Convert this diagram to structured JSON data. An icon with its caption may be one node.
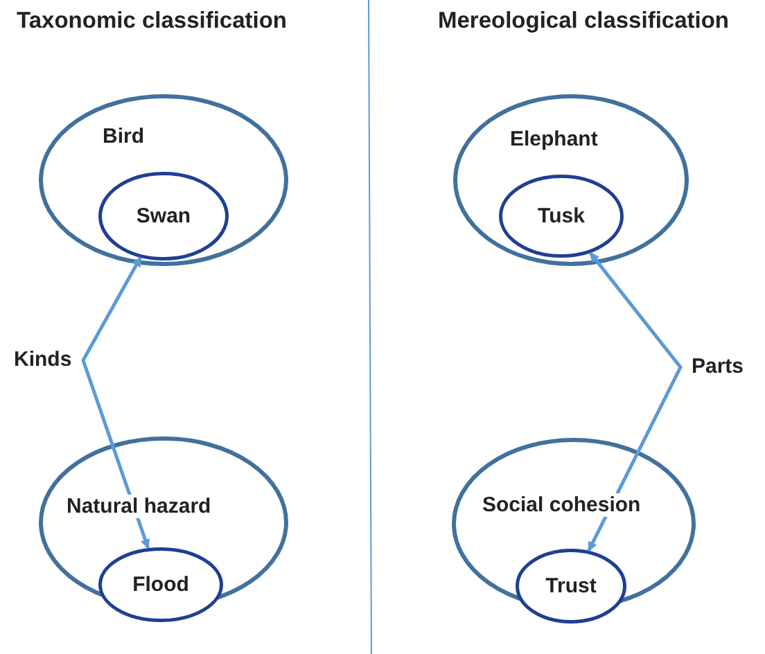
{
  "diagram": {
    "nodes": [
      {
        "text": [
          "Bird"
        ]
      },
      {
        "text": [
          "Swan"
        ],
        "in": 0
      },
      {
        "text": [
          "Natural hazard"
        ]
      },
      {
        "text": [
          "Flood"
        ],
        "in": 2
      },
      {
        "text": [
          "Elephant"
        ]
      },
      {
        "text": [
          "Tusk"
        ],
        "in": 4
      },
      {
        "text": [
          "Social cohesion"
        ]
      },
      {
        "text": [
          "Trust"
        ],
        "in": 6
      }
    ],
    "edges": [
      {
        "from": 1,
        "to": 3,
        "arrow": "both",
        "label": "Kinds"
      },
      {
        "from": 5,
        "to": 7,
        "arrow": "both",
        "label": "Parts"
      }
    ],
    "labels": [
      "Taxonomic classification",
      "Mereological classification"
    ]
  }
}
